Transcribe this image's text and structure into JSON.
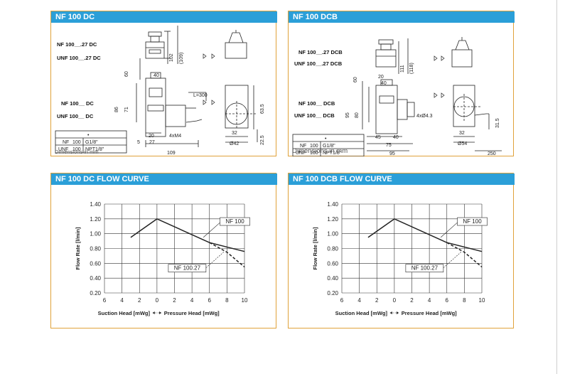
{
  "panels": {
    "dc": {
      "title": "NF 100 DC",
      "caption": "Dimensions in mm"
    },
    "dcb": {
      "title": "NF 100 DCB",
      "caption": "Dimensions in mm"
    },
    "dc_flow": {
      "title": "NF 100 DC FLOW CURVE"
    },
    "dcb_flow": {
      "title": "NF 100 DCB FLOW CURVE"
    }
  },
  "dc_drawing": {
    "model_top_1": "NF 100__.27 DC",
    "model_top_2": "UNF 100__.27 DC",
    "model_bot_1": "NF 100__ DC",
    "model_bot_2": "UNF 100__ DC",
    "table_head": "•",
    "table_rows": [
      [
        "NF",
        "100",
        "G1/8\""
      ],
      [
        "UNF",
        "100",
        "NPT1/8\""
      ]
    ],
    "dims": {
      "d102": "102",
      "d109v": "(109)",
      "d60": "60",
      "d40": "40",
      "d86": "86",
      "d71": "71",
      "d300": "L=300",
      "d635": "63.5",
      "d225": "22.5",
      "d20": "20",
      "d4m4": "4xM4",
      "d5": "5",
      "d27": "27",
      "d32": "32",
      "d42": "Ø42",
      "d109": "109"
    }
  },
  "dcb_drawing": {
    "model_top_1": "NF 100__.27 DCB",
    "model_top_2": "UNF 100__.27 DCB",
    "model_bot_1": "NF 100__ DCB",
    "model_bot_2": "UNF 100__ DCB",
    "table_head": "•",
    "table_rows": [
      [
        "NF",
        "100",
        "G1/8\""
      ],
      [
        "UNF",
        "100",
        "NPT1/8\""
      ]
    ],
    "dims": {
      "d111": "111",
      "d118": "(118)",
      "d60": "60",
      "d20": "20",
      "d40": "40",
      "d95": "95",
      "d80": "80",
      "d43": "4xØ4.3",
      "d45": "45",
      "d40b": "40",
      "d75": "75",
      "d95b": "95",
      "d32": "32",
      "d54": "Ø54",
      "d315": "31.5",
      "d250": "250"
    }
  },
  "flow_curve": {
    "x_ticks": [
      "6",
      "4",
      "2",
      "0",
      "2",
      "4",
      "6",
      "8",
      "10"
    ],
    "xlabel_left": "Suction Head [mWg]",
    "xlabel_right": "Pressure Head [mWg]",
    "label_nf100": "NF 100",
    "label_nf10027": "NF 100.27"
  },
  "chart_data": [
    {
      "type": "line",
      "title": "NF 100 DC FLOW CURVE",
      "xlabel": "Suction Head [mWg] ← → Pressure Head [mWg]",
      "ylabel": "Flow Rate [l/min]",
      "xlim": [
        -6,
        10
      ],
      "ylim": [
        0.2,
        1.4
      ],
      "x_tick_labels": [
        "6",
        "4",
        "2",
        "0",
        "2",
        "4",
        "6",
        "8",
        "10"
      ],
      "y_tick_labels": [
        "0.20",
        "0.40",
        "0.60",
        "0.80",
        "1.00",
        "1.20",
        "1.40"
      ],
      "grid": true,
      "series": [
        {
          "name": "NF 100",
          "style": "solid",
          "x": [
            -3,
            0,
            6,
            10
          ],
          "y": [
            0.95,
            1.2,
            0.88,
            0.76
          ]
        },
        {
          "name": "NF 100.27",
          "style": "dashed",
          "x": [
            6,
            8,
            10
          ],
          "y": [
            0.88,
            0.75,
            0.55
          ]
        }
      ]
    },
    {
      "type": "line",
      "title": "NF 100 DCB FLOW CURVE",
      "xlabel": "Suction Head [mWg] ← → Pressure Head [mWg]",
      "ylabel": "Flow Rate [l/min]",
      "xlim": [
        -6,
        10
      ],
      "ylim": [
        0.2,
        1.4
      ],
      "x_tick_labels": [
        "6",
        "4",
        "2",
        "0",
        "2",
        "4",
        "6",
        "8",
        "10"
      ],
      "y_tick_labels": [
        "0.20",
        "0.40",
        "0.60",
        "0.80",
        "1.00",
        "1.20",
        "1.40"
      ],
      "grid": true,
      "series": [
        {
          "name": "NF 100",
          "style": "solid",
          "x": [
            -3,
            0,
            6,
            10
          ],
          "y": [
            0.95,
            1.2,
            0.88,
            0.76
          ]
        },
        {
          "name": "NF 100.27",
          "style": "dashed",
          "x": [
            6,
            8,
            10
          ],
          "y": [
            0.88,
            0.75,
            0.55
          ]
        }
      ]
    }
  ]
}
